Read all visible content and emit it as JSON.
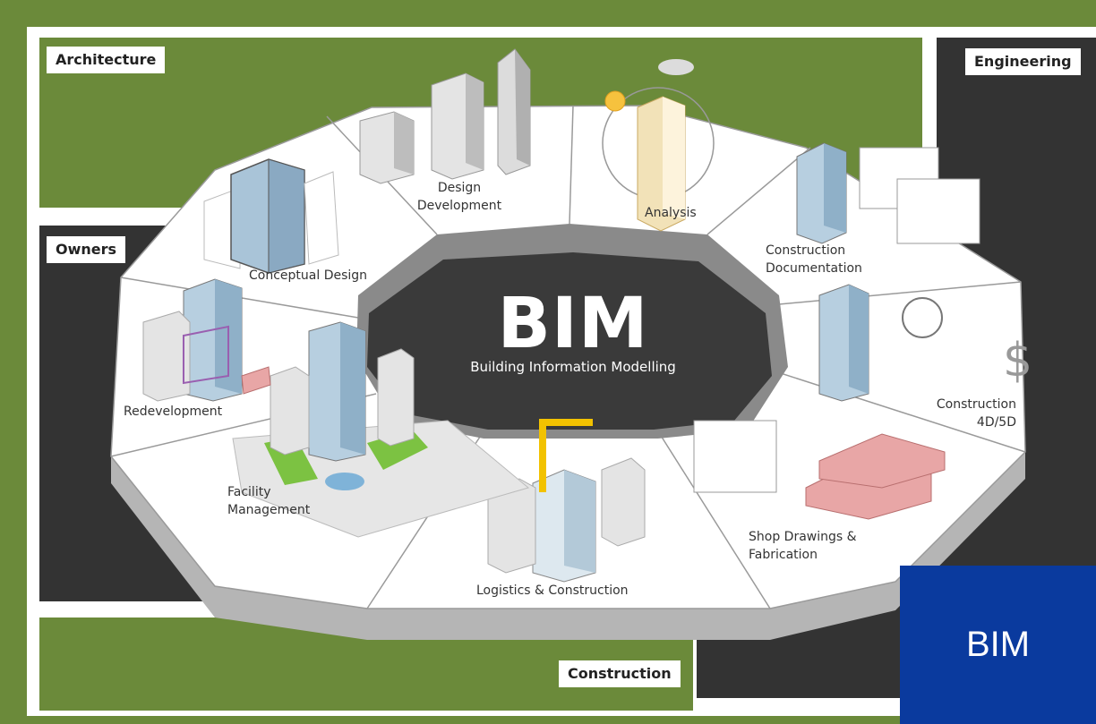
{
  "quadrants": {
    "architecture": "Architecture",
    "engineering": "Engineering",
    "owners": "Owners",
    "construction": "Construction"
  },
  "center": {
    "title": "BIM",
    "subtitle": "Building Information Modelling"
  },
  "segments": {
    "conceptual_design": "Conceptual Design",
    "design_development_1": "Design",
    "design_development_2": "Development",
    "analysis": "Analysis",
    "construction_documentation_1": "Construction",
    "construction_documentation_2": "Documentation",
    "construction_4d5d_1": "Construction",
    "construction_4d5d_2": "4D/5D",
    "shop_drawings_1": "Shop Drawings &",
    "shop_drawings_2": "Fabrication",
    "logistics": "Logistics & Construction",
    "facility_management_1": "Facility",
    "facility_management_2": "Management",
    "redevelopment": "Redevelopment"
  },
  "badge": {
    "label": "BIM"
  },
  "colors": {
    "green": "#6b8a3a",
    "dark": "#333333",
    "center": "#3a3a3a",
    "badge": "#0a3a9e",
    "pink": "#e8a6a6",
    "lawn": "#7cc242",
    "crane": "#f2c200"
  }
}
